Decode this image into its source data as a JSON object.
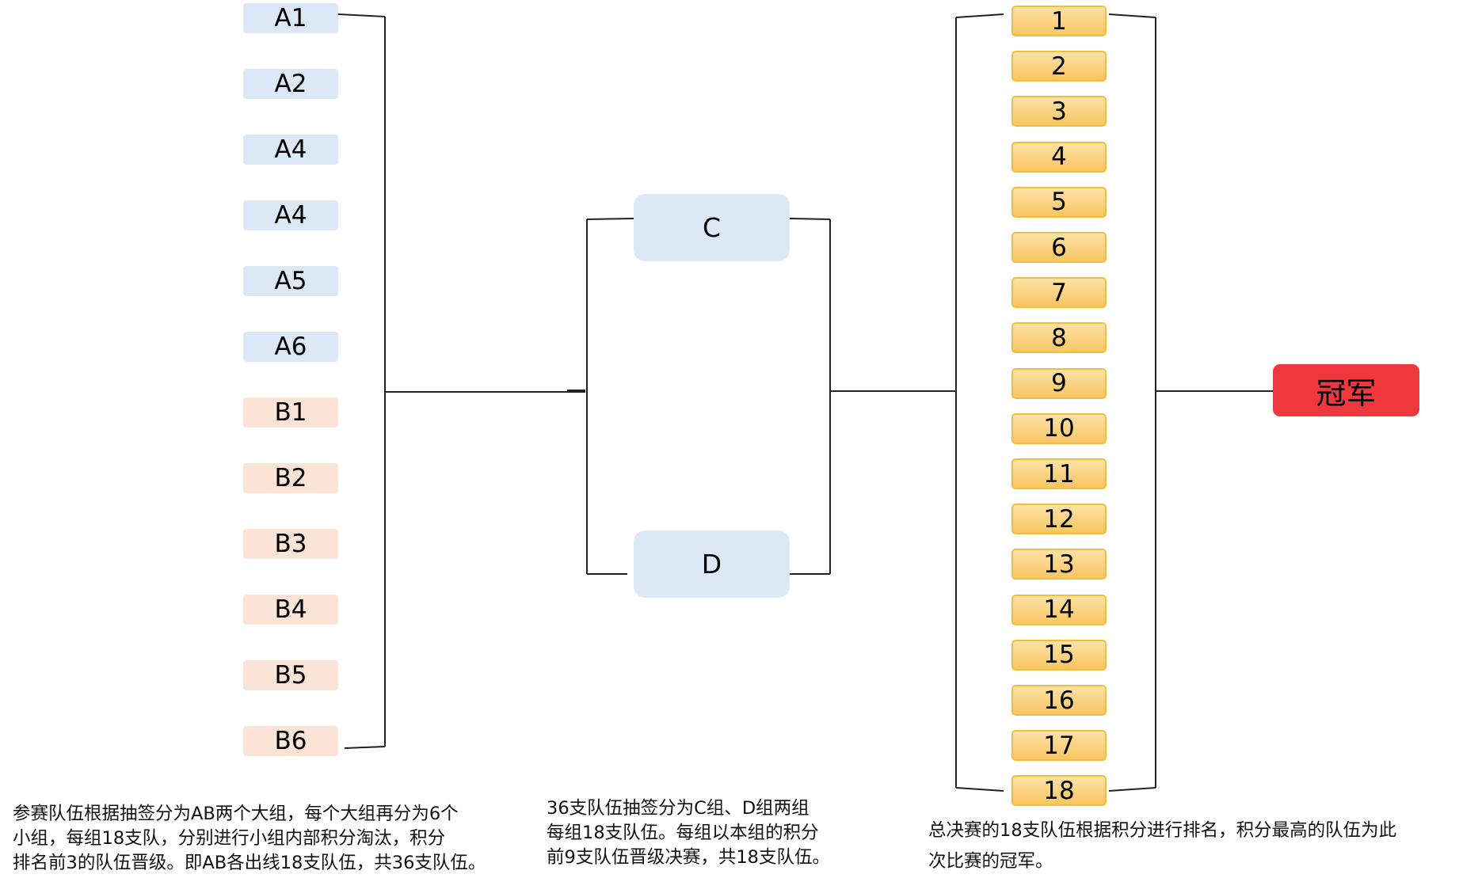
{
  "groups_ab": [
    {
      "label": "A1",
      "group": "A"
    },
    {
      "label": "A2",
      "group": "A"
    },
    {
      "label": "A4",
      "group": "A"
    },
    {
      "label": "A4",
      "group": "A"
    },
    {
      "label": "A5",
      "group": "A"
    },
    {
      "label": "A6",
      "group": "A"
    },
    {
      "label": "B1",
      "group": "B"
    },
    {
      "label": "B2",
      "group": "B"
    },
    {
      "label": "B3",
      "group": "B"
    },
    {
      "label": "B4",
      "group": "B"
    },
    {
      "label": "B5",
      "group": "B"
    },
    {
      "label": "B6",
      "group": "B"
    }
  ],
  "groups_cd": [
    {
      "label": "C"
    },
    {
      "label": "D"
    }
  ],
  "finalists": [
    "1",
    "2",
    "3",
    "4",
    "5",
    "6",
    "7",
    "8",
    "9",
    "10",
    "11",
    "12",
    "13",
    "14",
    "15",
    "16",
    "17",
    "18"
  ],
  "champion": "冠军",
  "notes": {
    "group_stage_line1": "参赛队伍根据抽签分为AB两个大组，每个大组再分为6个",
    "group_stage_line2": "小组，每组18支队，分别进行小组内部积分淘汰，积分",
    "group_stage_line3": "排名前3的队伍晋级。即AB各出线18支队伍，共36支队伍。",
    "cd_stage_line1": "36支队伍抽签分为C组、D组两组",
    "cd_stage_line2": "每组18支队伍。每组以本组的积分",
    "cd_stage_line3": "前9支队伍晋级决赛，共18支队伍。",
    "final_line1": "总决赛的18支队伍根据积分进行排名，积分最高的队伍为此",
    "final_line2": "次比赛的冠军。"
  },
  "colors": {
    "group_a_fill": "#dce8f5",
    "group_b_fill": "#fbe3d5",
    "cd_fill": "#dce8f5",
    "final_fill": "#fbd07e",
    "final_border": "#efc03c",
    "champion_fill": "#f0373d",
    "connector": "#222222"
  }
}
